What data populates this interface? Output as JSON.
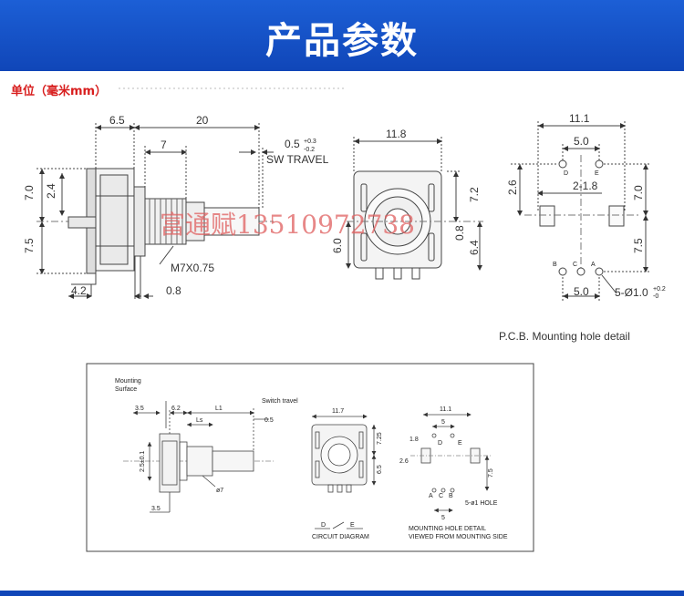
{
  "banner": {
    "title": "产品参数",
    "color": "#1c5fd6"
  },
  "unit_label": "单位（毫米mm）",
  "watermark": "富通赋13510972738",
  "top_drawing": {
    "side_view": {
      "dims": [
        "6.5",
        "20",
        "7",
        "0.5",
        "7.0",
        "2.4",
        "7.5",
        "4.2",
        "0.8"
      ],
      "travel_label": "SW TRAVEL",
      "thread_label": "M7X0.75"
    },
    "front_view": {
      "dims": [
        "11.8",
        "7.2",
        "6.0",
        "0.8",
        "6.4"
      ]
    },
    "pcb": {
      "dims": [
        "11.1",
        "5.0",
        "2.6",
        "2-1.8",
        "7.0",
        "7.5",
        "5.0"
      ],
      "pins": [
        "B",
        "C",
        "A",
        "D",
        "E"
      ],
      "hole_label": "5-Ø1.0",
      "caption": "P.C.B.   Mounting hole detail"
    }
  },
  "bottom_drawing": {
    "labels": {
      "mount_surface": [
        "Mounting",
        "Surface"
      ],
      "switch_travel": "Switch travel",
      "dims": [
        "3.5",
        "6.2",
        "L1",
        "Ls",
        "0.5",
        "2.5±0.1",
        "ø7",
        "3.5",
        "11.7",
        "7.25",
        "6.5",
        "11.1",
        "5",
        "1.8",
        "2.6",
        "7.5",
        "5"
      ],
      "pins": [
        "D",
        "E",
        "A",
        "C",
        "B"
      ],
      "circuit": [
        "D",
        "E"
      ],
      "circuit_caption": "CIRCUIT DIAGRAM",
      "hole_label": "5-ø1 HOLE",
      "mount_caption": [
        "MOUNTING HOLE DETAIL",
        "VIEWED FROM MOUNTING SIDE"
      ]
    }
  }
}
